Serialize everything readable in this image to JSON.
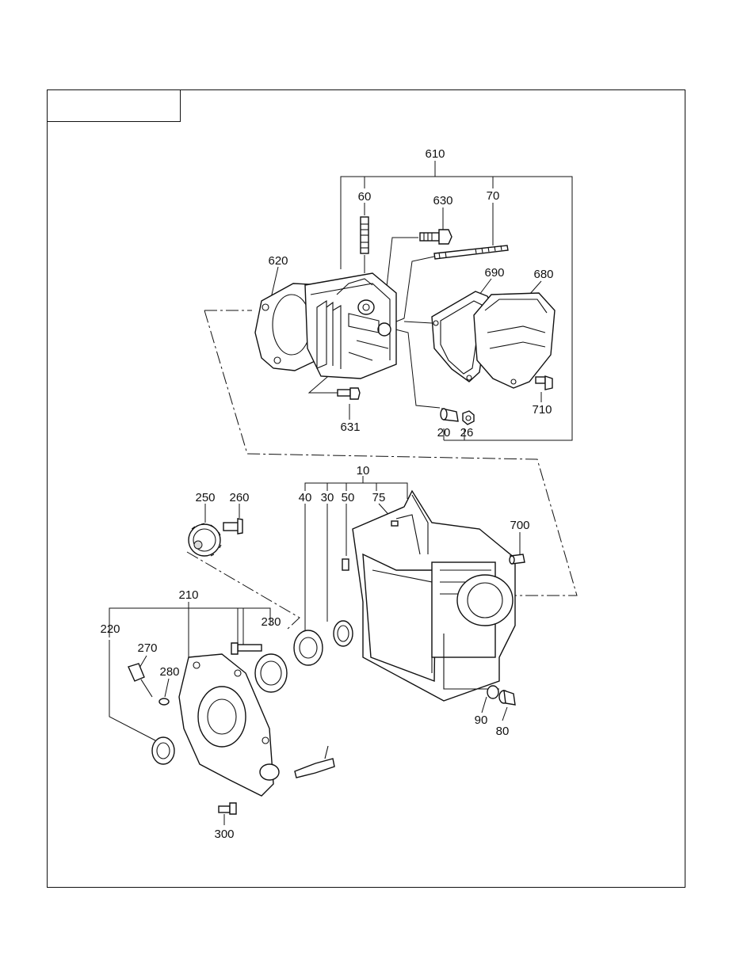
{
  "title_box": {
    "text": ""
  },
  "parts": [
    {
      "id": "610",
      "label": "610"
    },
    {
      "id": "60",
      "label": "60"
    },
    {
      "id": "630",
      "label": "630"
    },
    {
      "id": "70",
      "label": "70"
    },
    {
      "id": "620",
      "label": "620"
    },
    {
      "id": "690",
      "label": "690"
    },
    {
      "id": "680",
      "label": "680"
    },
    {
      "id": "710",
      "label": "710"
    },
    {
      "id": "631",
      "label": "631"
    },
    {
      "id": "20",
      "label": "20"
    },
    {
      "id": "26",
      "label": "26"
    },
    {
      "id": "10",
      "label": "10"
    },
    {
      "id": "40",
      "label": "40"
    },
    {
      "id": "30",
      "label": "30"
    },
    {
      "id": "50",
      "label": "50"
    },
    {
      "id": "75",
      "label": "75"
    },
    {
      "id": "250",
      "label": "250"
    },
    {
      "id": "260",
      "label": "260"
    },
    {
      "id": "700",
      "label": "700"
    },
    {
      "id": "210",
      "label": "210"
    },
    {
      "id": "220",
      "label": "220"
    },
    {
      "id": "230",
      "label": "230"
    },
    {
      "id": "270",
      "label": "270"
    },
    {
      "id": "280",
      "label": "280"
    },
    {
      "id": "90",
      "label": "90"
    },
    {
      "id": "80",
      "label": "80"
    },
    {
      "id": "300",
      "label": "300"
    }
  ]
}
